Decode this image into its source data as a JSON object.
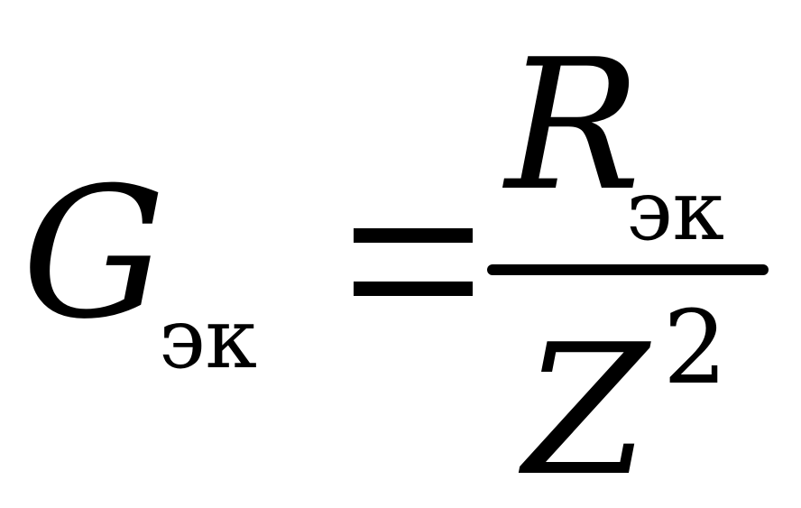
{
  "formula": {
    "lhs": {
      "symbol": "G",
      "subscript": "эк"
    },
    "operator": "=",
    "numerator": {
      "symbol": "R",
      "subscript": "эк"
    },
    "denominator": {
      "symbol": "Z",
      "superscript": "2"
    }
  }
}
